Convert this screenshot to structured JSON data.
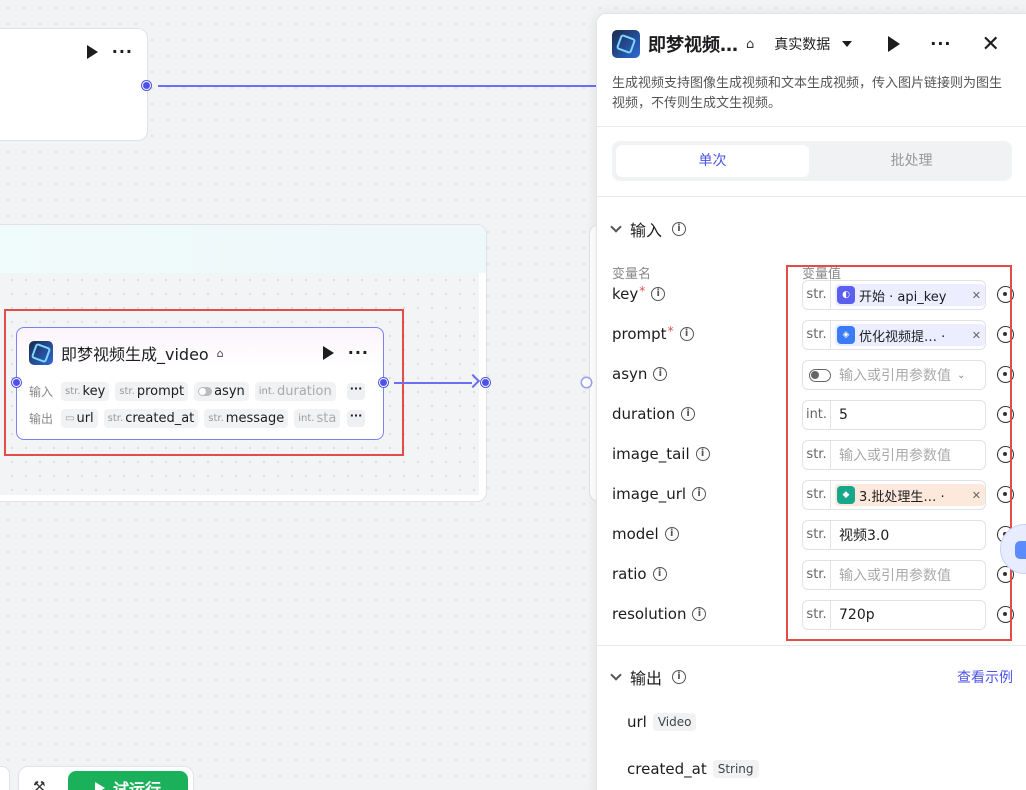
{
  "video_node": {
    "title": "即梦视频生成_video",
    "input_label": "输入",
    "output_label": "输出",
    "inputs": [
      {
        "type": "str.",
        "name": "key"
      },
      {
        "type": "str.",
        "name": "prompt"
      },
      {
        "type": "toggle",
        "name": "asyn"
      },
      {
        "type": "int.",
        "name": "duration"
      }
    ],
    "outputs": [
      {
        "type": "folder",
        "name": "url"
      },
      {
        "type": "str.",
        "name": "created_at"
      },
      {
        "type": "str.",
        "name": "message"
      },
      {
        "type": "int.",
        "name": "sta"
      }
    ],
    "more": "···"
  },
  "toolbar": {
    "run_label": "试运行"
  },
  "panel": {
    "title": "即梦视频…",
    "data_mode": "真实数据",
    "description": "生成视频支持图像生成视频和文本生成视频，传入图片链接则为图生视频，不传则生成文生视频。",
    "tabs": {
      "single": "单次",
      "batch": "批处理"
    },
    "input_section": {
      "title": "输入",
      "col_name": "变量名",
      "col_value": "变量值",
      "params": [
        {
          "name": "key",
          "required": true,
          "type": "str.",
          "ref_icon": "start",
          "ref_text": "开始 · api_key",
          "ref_style": "blue"
        },
        {
          "name": "prompt",
          "required": true,
          "type": "str.",
          "ref_icon": "llm",
          "ref_text": "优化视频提… · ",
          "ref_style": "blue"
        },
        {
          "name": "asyn",
          "required": false,
          "type": "toggle",
          "placeholder": "输入或引用参数值"
        },
        {
          "name": "duration",
          "required": false,
          "type": "int.",
          "value": "5"
        },
        {
          "name": "image_tail",
          "required": false,
          "type": "str.",
          "placeholder": "输入或引用参数值"
        },
        {
          "name": "image_url",
          "required": false,
          "type": "str.",
          "ref_icon": "batch",
          "ref_text": "3.批处理生… · ",
          "ref_style": "orange"
        },
        {
          "name": "model",
          "required": false,
          "type": "str.",
          "value": "视频3.0"
        },
        {
          "name": "ratio",
          "required": false,
          "type": "str.",
          "placeholder": "输入或引用参数值"
        },
        {
          "name": "resolution",
          "required": false,
          "type": "str.",
          "value": "720p"
        }
      ]
    },
    "output_section": {
      "title": "输出",
      "view_example": "查看示例",
      "fields": [
        {
          "name": "url",
          "type": "Video"
        },
        {
          "name": "created_at",
          "type": "String"
        }
      ]
    }
  },
  "colors": {
    "accent": "#4e53e6",
    "run_green": "#1ab15a",
    "highlight_red": "#e44c48"
  }
}
